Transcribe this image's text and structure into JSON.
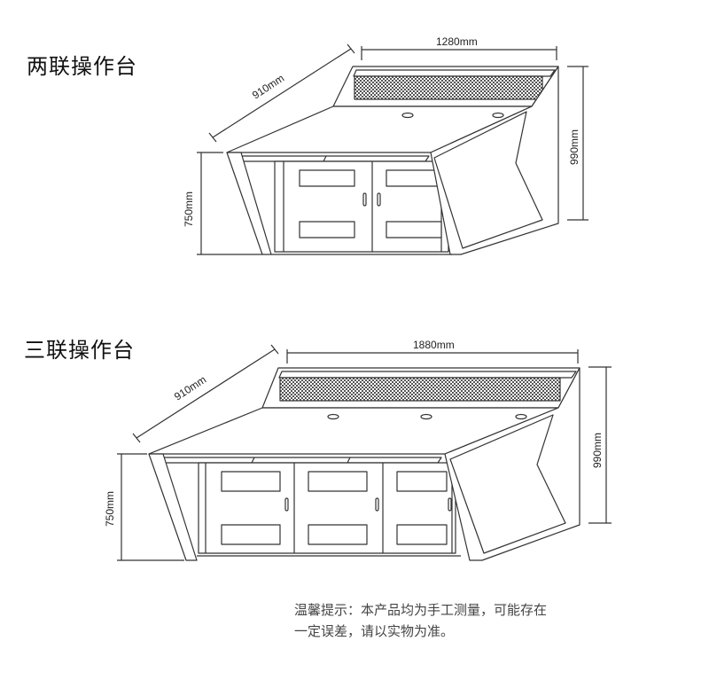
{
  "sections": [
    {
      "title": "两联操作台",
      "dims": {
        "width": "1280mm",
        "depth": "910mm",
        "height_total": "990mm",
        "height_desk": "750mm"
      }
    },
    {
      "title": "三联操作台",
      "dims": {
        "width": "1880mm",
        "depth": "910mm",
        "height_total": "990mm",
        "height_desk": "750mm"
      }
    }
  ],
  "note": {
    "line1": "温馨提示：本产品均为手工测量，可能存在",
    "line2": "一定误差，请以实物为准。"
  }
}
